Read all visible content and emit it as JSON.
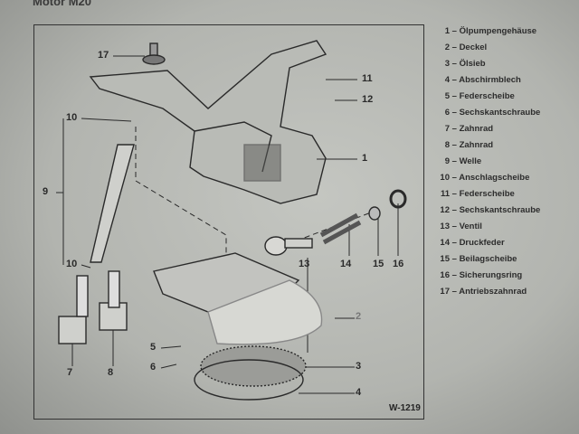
{
  "header": "Motor M20",
  "figure_code": "W-1219",
  "callouts": {
    "c17": "17",
    "c11": "11",
    "c12": "12",
    "c1": "1",
    "c10a": "10",
    "c9": "9",
    "c10b": "10",
    "c13": "13",
    "c14": "14",
    "c15": "15",
    "c16": "16",
    "c2": "2",
    "c3": "3",
    "c4": "4",
    "c5": "5",
    "c6": "6",
    "c7": "7",
    "c8": "8"
  },
  "legend": [
    {
      "num": "1",
      "label": "Ölpumpengehäuse"
    },
    {
      "num": "2",
      "label": "Deckel"
    },
    {
      "num": "3",
      "label": "Ölsieb"
    },
    {
      "num": "4",
      "label": "Abschirmblech"
    },
    {
      "num": "5",
      "label": "Federscheibe"
    },
    {
      "num": "6",
      "label": "Sechskantschraube"
    },
    {
      "num": "7",
      "label": "Zahnrad"
    },
    {
      "num": "8",
      "label": "Zahnrad"
    },
    {
      "num": "9",
      "label": "Welle"
    },
    {
      "num": "10",
      "label": "Anschlagscheibe"
    },
    {
      "num": "11",
      "label": "Federscheibe"
    },
    {
      "num": "12",
      "label": "Sechskantschraube"
    },
    {
      "num": "13",
      "label": "Ventil"
    },
    {
      "num": "14",
      "label": "Druckfeder"
    },
    {
      "num": "15",
      "label": "Beilagscheibe"
    },
    {
      "num": "16",
      "label": "Sicherungsring"
    },
    {
      "num": "17",
      "label": "Antriebszahnrad"
    }
  ]
}
